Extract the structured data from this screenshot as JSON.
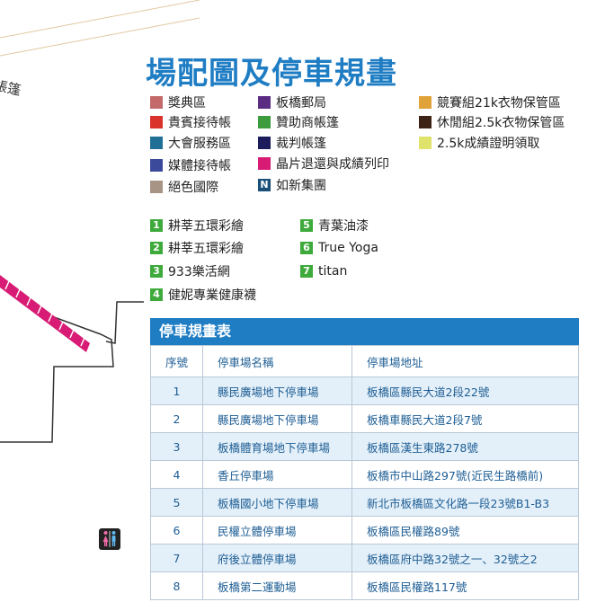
{
  "title": "場配圖及停車規畫",
  "map_label": "帳篷",
  "legend_colors": [
    {
      "label": "獎典區",
      "color": "#c46a6a"
    },
    {
      "label": "貴賓接待帳",
      "color": "#d9332b"
    },
    {
      "label": "大會服務區",
      "color": "#1f6f96"
    },
    {
      "label": "媒體接待帳",
      "color": "#3c4a9c"
    },
    {
      "label": "絕色國際",
      "color": "#a89484"
    },
    {
      "label": "板橋郵局",
      "color": "#5a2d82"
    },
    {
      "label": "贊助商帳篷",
      "color": "#3c9b3c"
    },
    {
      "label": "裁判帳篷",
      "color": "#1c1c5c"
    },
    {
      "label": "晶片退還與成績列印",
      "color": "#d81b74"
    },
    {
      "label": "如新集團",
      "badge": "N"
    },
    {
      "label": "競賽組21k衣物保管區",
      "color": "#e2a23a"
    },
    {
      "label": "休閒組2.5k衣物保管區",
      "color": "#3d2316"
    },
    {
      "label": "2.5k成績證明領取",
      "color": "#dfe36c"
    }
  ],
  "sponsors": [
    {
      "num": "1",
      "label": "耕莘五環彩繪"
    },
    {
      "num": "2",
      "label": "耕莘五環彩繪"
    },
    {
      "num": "3",
      "label": "933樂活網"
    },
    {
      "num": "4",
      "label": "健妮專業健康襪"
    },
    {
      "num": "5",
      "label": "青葉油漆"
    },
    {
      "num": "6",
      "label": "True Yoga"
    },
    {
      "num": "7",
      "label": "titan"
    }
  ],
  "parking_table": {
    "title": "停車規畫表",
    "headers": [
      "序號",
      "停車場名稱",
      "停車場地址"
    ],
    "rows": [
      [
        "1",
        "縣民廣場地下停車場",
        "板橋區縣民大道2段22號"
      ],
      [
        "2",
        "縣民廣場地下停車場",
        "板橋車縣民大道2段7號"
      ],
      [
        "3",
        "板橋體育場地下停車場",
        "板橋區漢生東路278號"
      ],
      [
        "4",
        "香丘停車場",
        "板橋市中山路297號(近民生路橋前)"
      ],
      [
        "5",
        "板橋國小地下停車場",
        "新北市板橋區文化路一段23號B1-B3"
      ],
      [
        "6",
        "民權立體停車場",
        "板橋區民權路89號"
      ],
      [
        "7",
        "府後立體停車場",
        "板橋區府中路32號之一、32號之2"
      ],
      [
        "8",
        "板橋第二運動場",
        "板橋區民權路117號"
      ]
    ]
  },
  "restroom_icon": "restroom-icon"
}
